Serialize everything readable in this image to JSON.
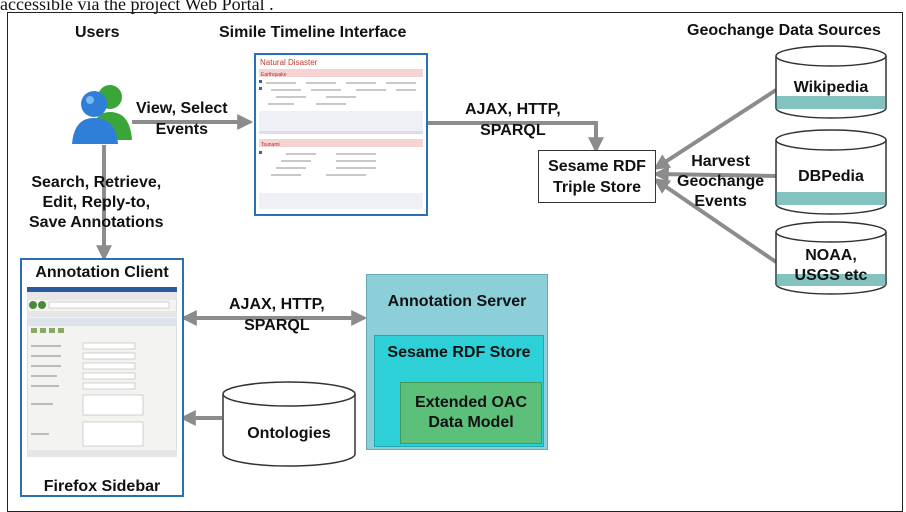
{
  "caption_fragment": "accessible via the project Web Portal .",
  "headings": {
    "users": "Users",
    "simile": "Simile Timeline Interface",
    "geochange": "Geochange Data Sources"
  },
  "arrows": {
    "view_select": [
      "View, Select",
      "Events"
    ],
    "search": [
      "Search, Retrieve,",
      "Edit, Reply-to,",
      "Save Annotations"
    ],
    "ajax_top": [
      "AJAX, HTTP,",
      "SPARQL"
    ],
    "ajax_mid": [
      "AJAX, HTTP,",
      "SPARQL"
    ],
    "harvest": [
      "Harvest",
      "Geochange",
      "Events"
    ]
  },
  "sesame_triple_store": [
    "Sesame RDF",
    "Triple Store"
  ],
  "sources": [
    "Wikipedia",
    "DBPedia",
    [
      "NOAA,",
      "USGS etc"
    ]
  ],
  "annotation_client": {
    "title": "Annotation Client",
    "caption": "Firefox Sidebar"
  },
  "ontologies": "Ontologies",
  "annotation_server": {
    "title": "Annotation Server",
    "store": "Sesame RDF Store",
    "model": [
      "Extended OAC",
      "Data Model"
    ]
  },
  "timeline_screenshot": {
    "title": "Natural Disaster",
    "band_earthquake": "Earthquake",
    "band_tsunami": "Tsunami"
  },
  "colors": {
    "arrow": "#8c8c8c",
    "box_border": "#2a6fb8",
    "server_outer": "#8ccfd9",
    "server_mid": "#2ed0d8",
    "server_inner": "#5cbf7a",
    "cylinder_band": "#1e8f88"
  }
}
